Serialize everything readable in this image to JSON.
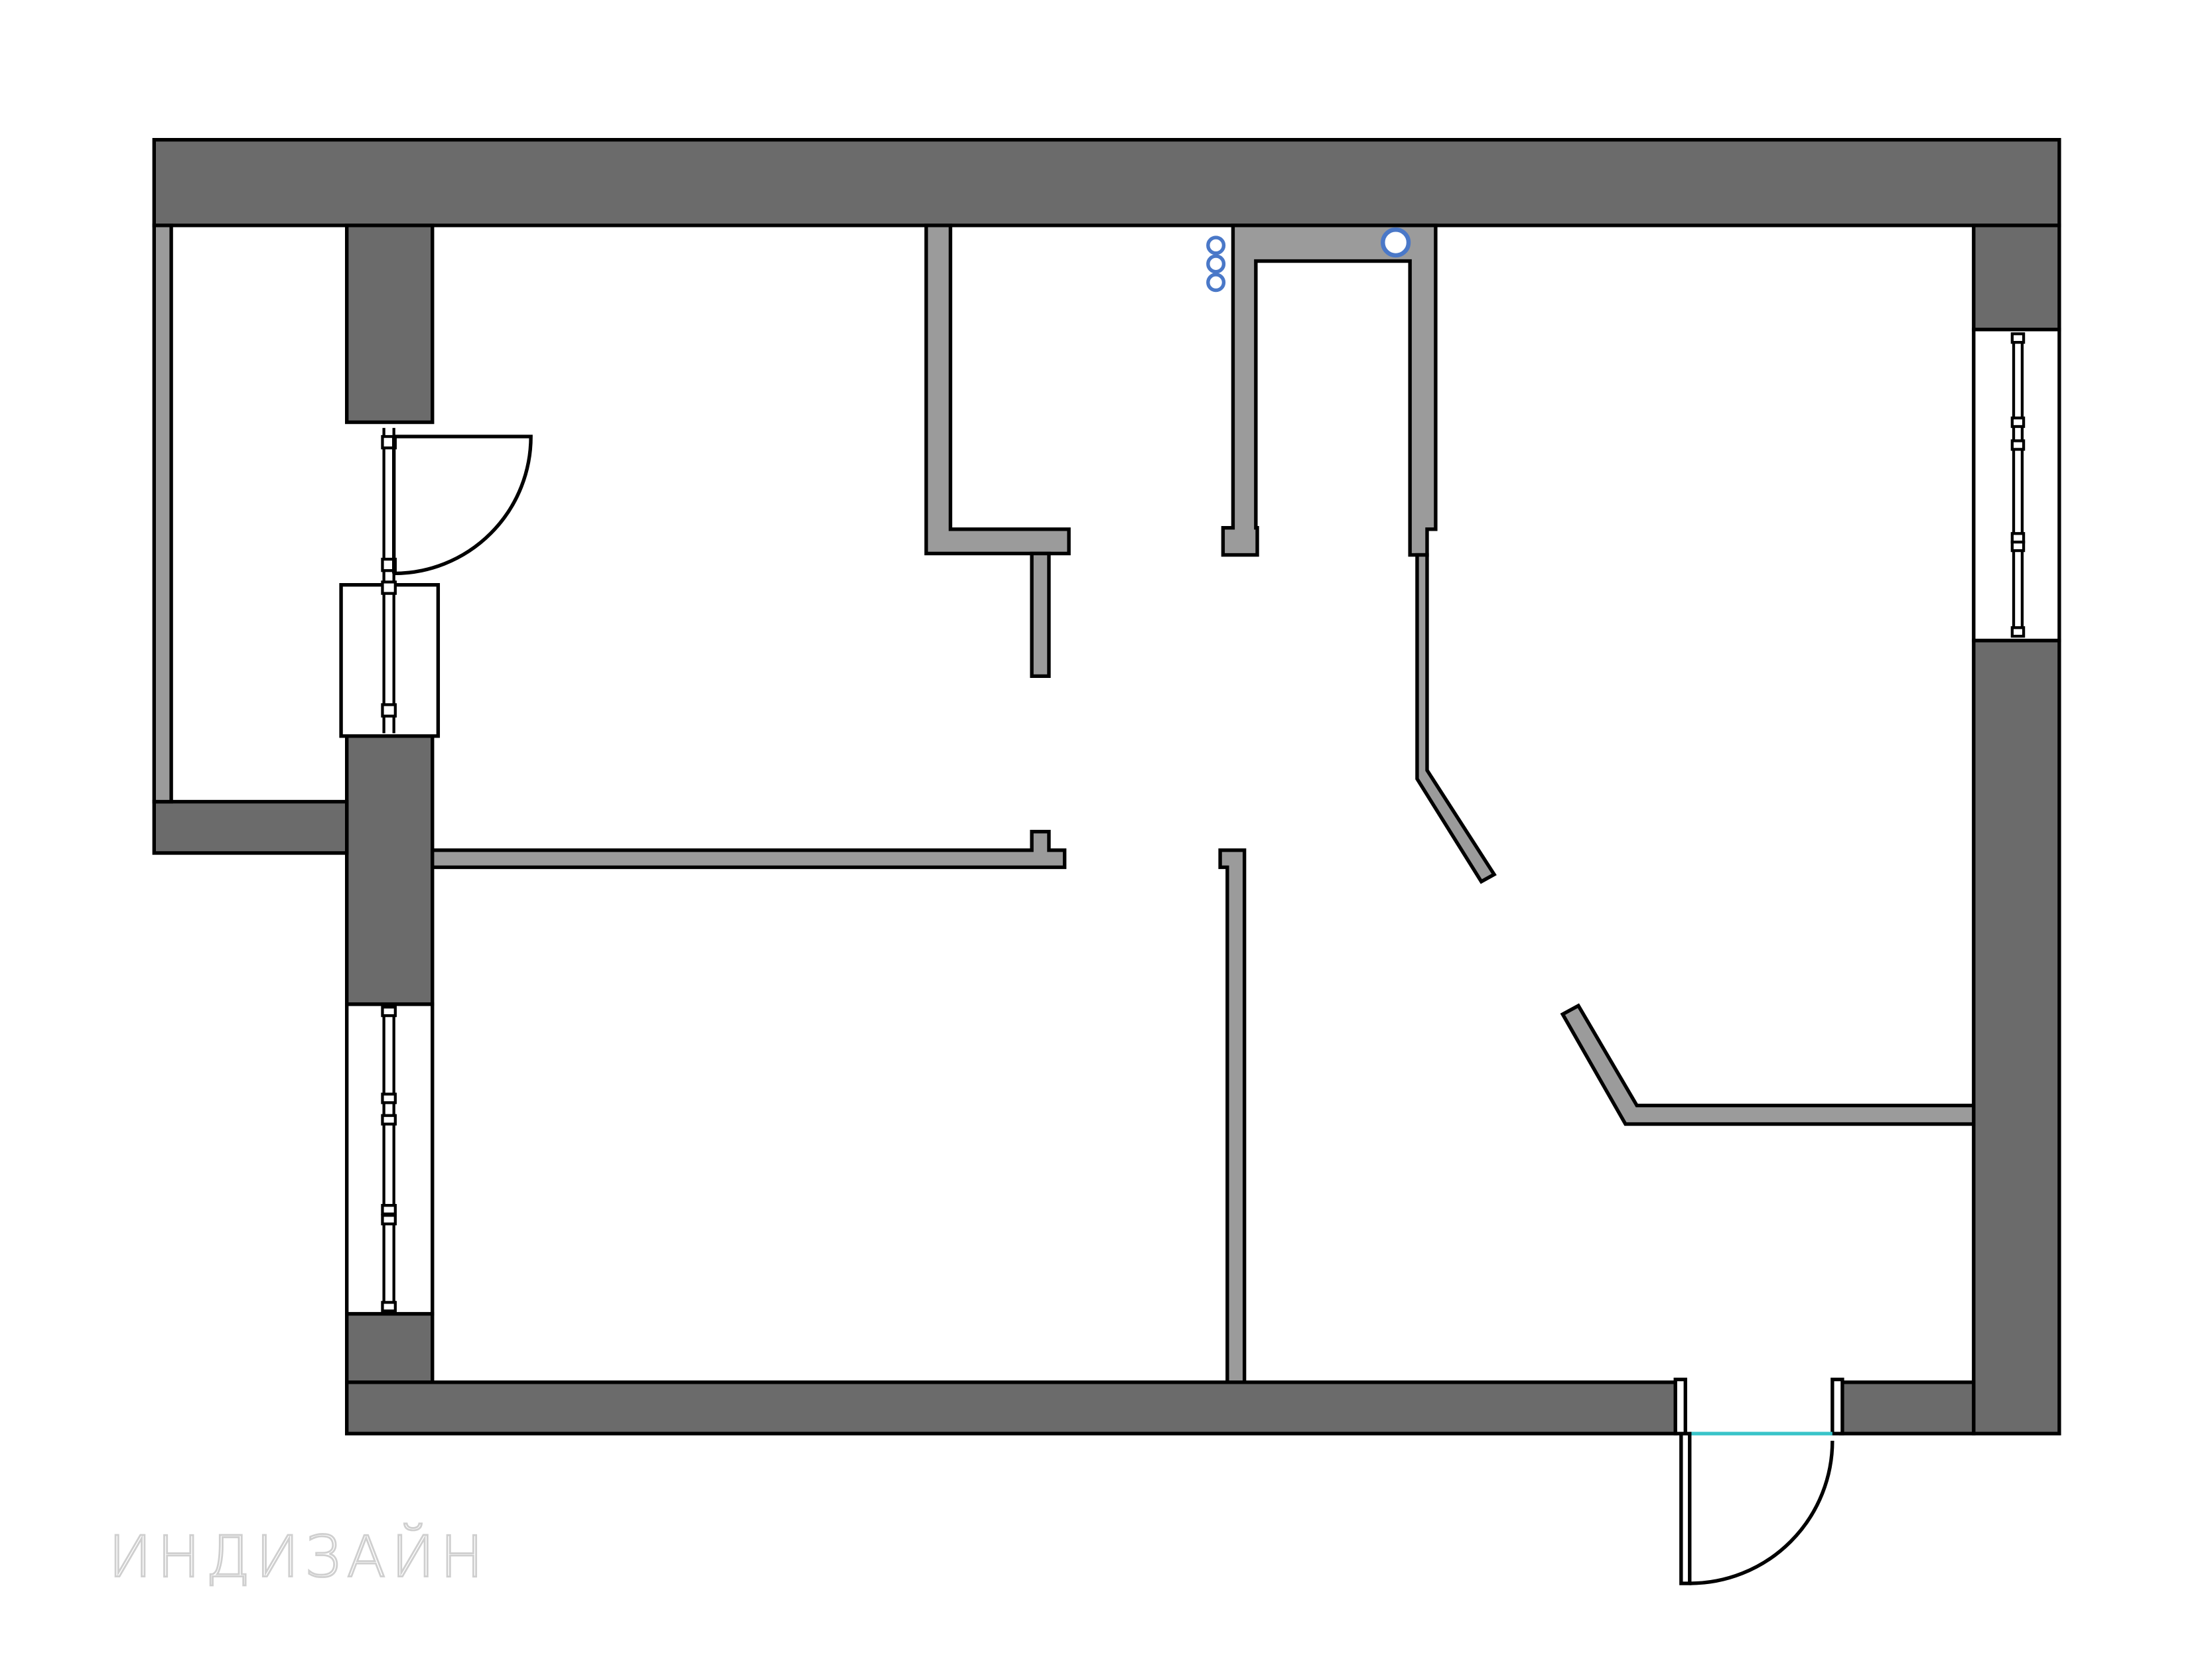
{
  "plan": {
    "type": "floor-plan",
    "rooms_visible": 4,
    "colors": {
      "exterior_wall": "#6b6b6b",
      "interior_wall": "#9b9b9b",
      "outline": "#000000",
      "riser": "#4a78c8",
      "threshold": "#39c4c9"
    }
  },
  "watermark": {
    "text": "ИНДИЗАЙН"
  }
}
